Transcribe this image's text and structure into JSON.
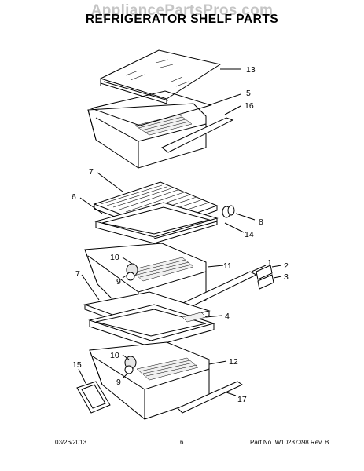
{
  "watermark": "AppliancePartsPros.com",
  "title": "REFRIGERATOR SHELF PARTS",
  "callouts": {
    "c13": "13",
    "c5": "5",
    "c16": "16",
    "c7a": "7",
    "c6": "6",
    "c8": "8",
    "c14": "14",
    "c10a": "10",
    "c9a": "9",
    "c11": "11",
    "c1": "1",
    "c2": "2",
    "c3": "3",
    "c7b": "7",
    "c4": "4",
    "c10b": "10",
    "c9b": "9",
    "c12": "12",
    "c15": "15",
    "c17": "17"
  },
  "footer": {
    "date": "03/26/2013",
    "page": "6",
    "part_no": "Part No. W10237398  Rev. B"
  }
}
